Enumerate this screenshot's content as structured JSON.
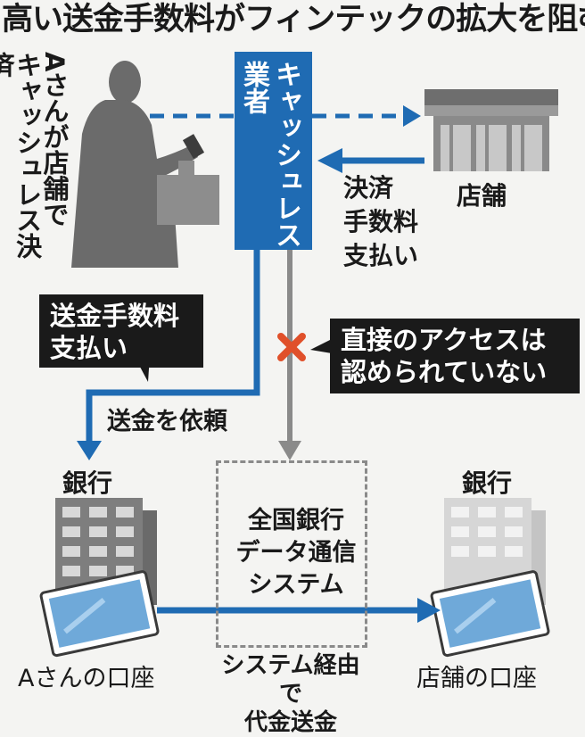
{
  "title": "高い送金手数料がフィンテックの拡大を阻む",
  "person": {
    "label_lines": [
      "Aさんが店舗で",
      "キャッシュレス決済"
    ]
  },
  "cashless": {
    "line1": "キャッシュレス",
    "line2": "業者"
  },
  "store": {
    "label": "店舗"
  },
  "store_fee": {
    "lines": [
      "決済",
      "手数料",
      "支払い"
    ]
  },
  "remit_fee_box": {
    "lines": [
      "送金手数料",
      "支払い"
    ]
  },
  "no_access_box": {
    "lines": [
      "直接のアクセスは",
      "認められていない"
    ]
  },
  "remit_request": {
    "label": "送金を依頼"
  },
  "bank_left": {
    "label": "銀行"
  },
  "bank_right": {
    "label": "銀行"
  },
  "system_box": {
    "lines": [
      "全国銀行",
      "データ通信",
      "システム"
    ]
  },
  "account_a": {
    "label": "Aさんの口座"
  },
  "account_store": {
    "label": "店舗の口座"
  },
  "via_system": {
    "lines": [
      "システム経由で",
      "代金送金"
    ]
  },
  "colors": {
    "accent_blue": "#1f6bb3",
    "gray": "#8a8a8a",
    "cross_red": "#e0502a",
    "black": "#1a1a1a"
  },
  "icons": [
    "person-paying-icon",
    "store-building-icon",
    "bank-building-icon",
    "bankbook-card-icon",
    "cross-icon"
  ]
}
